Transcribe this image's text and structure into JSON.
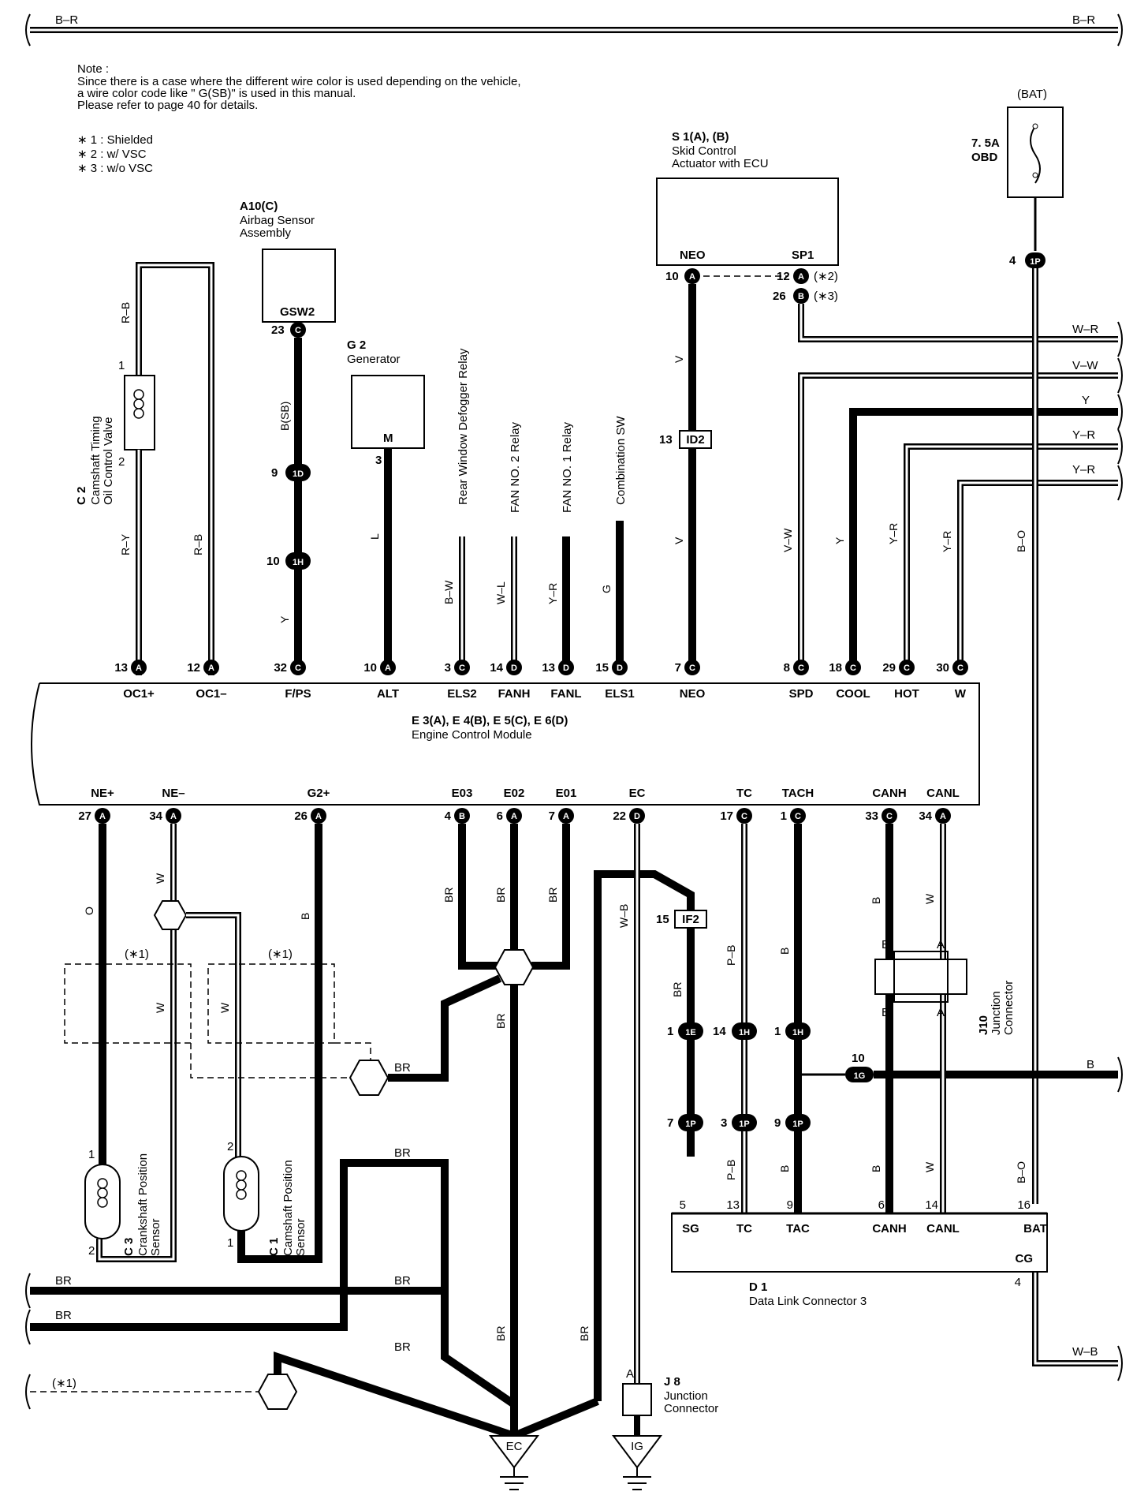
{
  "top_bus": {
    "left_label": "B–R",
    "right_label": "B–R"
  },
  "note": {
    "title": "Note :",
    "lines": [
      "Since there is a case where the different wire color is used depending on the vehicle,",
      "a wire color code like \" G(SB)\"  is used in this manual.",
      "Please refer to page 40 for details."
    ],
    "footnotes": [
      "∗ 1 : Shielded",
      "∗ 2 : w/ VSC",
      "∗ 3 : w/o VSC"
    ]
  },
  "components": {
    "skid": {
      "code": "S 1(A), (B)",
      "name1": "Skid Control",
      "name2": "Actuator with ECU",
      "pin_neo": "NEO",
      "pin_sp1": "SP1"
    },
    "battery": {
      "label": "(BAT)",
      "fuse_amp": "7. 5A",
      "fuse_name": "OBD"
    },
    "airbag": {
      "code": "A10(C)",
      "name1": "Airbag Sensor",
      "name2": "Assembly",
      "pin": "GSW2"
    },
    "generator": {
      "code": "G 2",
      "name": "Generator",
      "pin": "M"
    },
    "camshaft_valve": {
      "code": "C 2",
      "name1": "Camshaft Timing",
      "name2": "Oil Control Valve"
    },
    "ecm": {
      "code": "E 3(A), E 4(B), E 5(C), E 6(D)",
      "name": "Engine Control Module"
    },
    "crank_sensor": {
      "code": "C 3",
      "name1": "Crankshaft Position",
      "name2": "Sensor"
    },
    "cam_sensor": {
      "code": "C 1",
      "name1": "Camshaft Position",
      "name2": "Sensor"
    },
    "dlc": {
      "code": "D 1",
      "name": "Data Link Connector 3"
    },
    "j10": {
      "code": "J10",
      "name1": "Junction",
      "name2": "Connector"
    },
    "j8": {
      "code": "J 8",
      "name1": "Junction",
      "name2": "Connector"
    },
    "ground_ec": "EC",
    "ground_ig": "IG"
  },
  "relays": {
    "rear_defogger": "Rear Window Defogger Relay",
    "fan2": "FAN NO. 2 Relay",
    "fan1": "FAN NO. 1 Relay",
    "combo_sw": "Combination SW"
  },
  "ecm_top_pins": [
    {
      "num": "13",
      "conn": "A",
      "name": "OC1+"
    },
    {
      "num": "12",
      "conn": "A",
      "name": "OC1–"
    },
    {
      "num": "32",
      "conn": "C",
      "name": "F/PS"
    },
    {
      "num": "10",
      "conn": "A",
      "name": "ALT"
    },
    {
      "num": "3",
      "conn": "C",
      "name": "ELS2"
    },
    {
      "num": "14",
      "conn": "D",
      "name": "FANH"
    },
    {
      "num": "13",
      "conn": "D",
      "name": "FANL"
    },
    {
      "num": "15",
      "conn": "D",
      "name": "ELS1"
    },
    {
      "num": "7",
      "conn": "C",
      "name": "NEO"
    },
    {
      "num": "8",
      "conn": "C",
      "name": "SPD"
    },
    {
      "num": "18",
      "conn": "C",
      "name": "COOL"
    },
    {
      "num": "29",
      "conn": "C",
      "name": "HOT"
    },
    {
      "num": "30",
      "conn": "C",
      "name": "W"
    }
  ],
  "ecm_bottom_pins": [
    {
      "num": "27",
      "conn": "A",
      "name": "NE+"
    },
    {
      "num": "34",
      "conn": "A",
      "name": "NE–"
    },
    {
      "num": "26",
      "conn": "A",
      "name": "G2+"
    },
    {
      "num": "4",
      "conn": "B",
      "name": "E03"
    },
    {
      "num": "6",
      "conn": "A",
      "name": "E02"
    },
    {
      "num": "7",
      "conn": "A",
      "name": "E01"
    },
    {
      "num": "22",
      "conn": "D",
      "name": "EC"
    },
    {
      "num": "17",
      "conn": "C",
      "name": "TC"
    },
    {
      "num": "1",
      "conn": "C",
      "name": "TACH"
    },
    {
      "num": "33",
      "conn": "C",
      "name": "CANH"
    },
    {
      "num": "34",
      "conn": "A",
      "name": "CANL"
    }
  ],
  "dlc_pins": [
    {
      "num": "5",
      "name": "SG"
    },
    {
      "num": "13",
      "name": "TC"
    },
    {
      "num": "9",
      "name": "TAC"
    },
    {
      "num": "6",
      "name": "CANH"
    },
    {
      "num": "14",
      "name": "CANL"
    },
    {
      "num": "16",
      "name": "BAT"
    },
    {
      "num": "4",
      "name": "CG"
    }
  ],
  "wire_colors": {
    "rb": "R–B",
    "ry": "R–Y",
    "bsb": "B(SB)",
    "y": "Y",
    "l": "L",
    "bw": "B–W",
    "wl": "W–L",
    "yr": "Y–R",
    "g": "G",
    "v": "V",
    "vw": "V–W",
    "wr": "W–R",
    "bo": "B–O",
    "o": "O",
    "w": "W",
    "b": "B",
    "br": "BR",
    "wb": "W–B",
    "pb": "P–B"
  },
  "connectors": {
    "c1d": "1D",
    "c1h": "1H",
    "c1p": "1P",
    "c1e": "1E",
    "c1g": "1G",
    "id2": "ID2",
    "if2": "IF2"
  },
  "pin_numbers": {
    "n1": "1",
    "n2": "2",
    "n3": "3",
    "n4": "4",
    "n5": "5",
    "n6": "6",
    "n7": "7",
    "n9": "9",
    "n10": "10",
    "n12": "12",
    "n13": "13",
    "n14": "14",
    "n15": "15",
    "n16": "16",
    "n23": "23",
    "n26": "26",
    "conn_a": "A",
    "conn_b": "B",
    "conn_c": "C",
    "star1": "(∗1)",
    "star2": "(∗2)",
    "star3": "(∗3)"
  }
}
